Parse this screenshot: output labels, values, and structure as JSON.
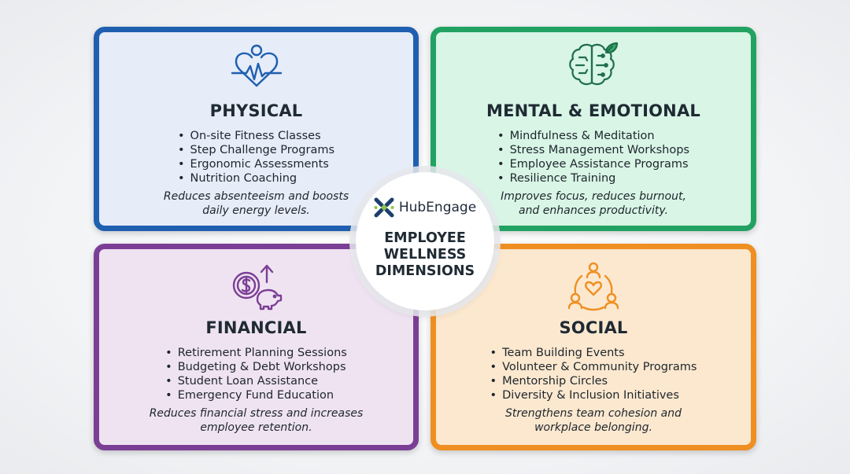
{
  "center": {
    "brand": "HubEngage",
    "title_lines": [
      "EMPLOYEE",
      "WELLNESS",
      "DIMENSIONS"
    ]
  },
  "cards": {
    "physical": {
      "title": "PHYSICAL",
      "items": [
        "On-site Fitness Classes",
        "Step Challenge Programs",
        "Ergonomic Assessments",
        "Nutrition Coaching"
      ],
      "note_lines": [
        "Reduces absenteeism and boosts",
        "daily energy levels."
      ],
      "icon": "heart-pulse-person-icon",
      "color": "#1f5fb0"
    },
    "mental": {
      "title": "MENTAL & EMOTIONAL",
      "items": [
        "Mindfulness & Meditation",
        "Stress Management Workshops",
        "Employee Assistance Programs",
        "Resilience Training"
      ],
      "note_lines": [
        "Improves focus, reduces burnout,",
        "and enhances productivity."
      ],
      "icon": "brain-circuit-leaf-icon",
      "color": "#22a262"
    },
    "financial": {
      "title": "FINANCIAL",
      "items": [
        "Retirement Planning Sessions",
        "Budgeting & Debt Workshops",
        "Student Loan Assistance",
        "Emergency Fund Education"
      ],
      "note_lines": [
        "Reduces financial stress and increases",
        "employee retention."
      ],
      "icon": "coin-piggy-bank-arrow-icon",
      "color": "#7b3e95"
    },
    "social": {
      "title": "SOCIAL",
      "items": [
        "Team Building Events",
        "Volunteer & Community Programs",
        "Mentorship Circles",
        "Diversity & Inclusion Initiatives"
      ],
      "note_lines": [
        "Strengthens team cohesion and",
        "workplace belonging."
      ],
      "icon": "people-circle-heart-icon",
      "color": "#ef8f22"
    }
  }
}
